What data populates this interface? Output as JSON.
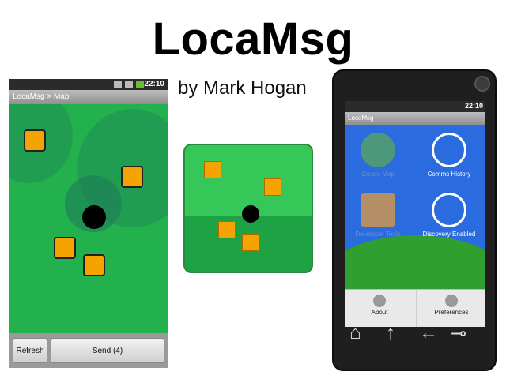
{
  "header": {
    "title": "LocaMsg",
    "subtitle": "by Mark Hogan"
  },
  "left_phone": {
    "status": {
      "clock": "22:10"
    },
    "title_bar": "LocaMsg > Map",
    "buttons": {
      "refresh": "Refresh",
      "send": "Send (4)"
    }
  },
  "right_phone": {
    "status": {
      "clock": "22:10"
    },
    "title_bar": "LocaMsg",
    "tiles": [
      {
        "label": "Create Map",
        "state": "disabled",
        "icon": "map-icon"
      },
      {
        "label": "Comms History",
        "state": "enabled",
        "icon": "clock-icon"
      },
      {
        "label": "Developer Tools",
        "state": "disabled",
        "icon": "flask-icon"
      },
      {
        "label": "Discovery Enabled",
        "state": "enabled",
        "icon": "speaker-icon"
      }
    ],
    "menu": [
      {
        "label": "About",
        "icon": "info-icon"
      },
      {
        "label": "Preferences",
        "icon": "gear-icon"
      }
    ],
    "nav_keys": [
      "home-key",
      "menu-key",
      "back-key",
      "search-key"
    ]
  },
  "colors": {
    "map_green": "#22b14c",
    "marker_orange": "#f5a300",
    "screen_blue": "#2a6be0"
  }
}
